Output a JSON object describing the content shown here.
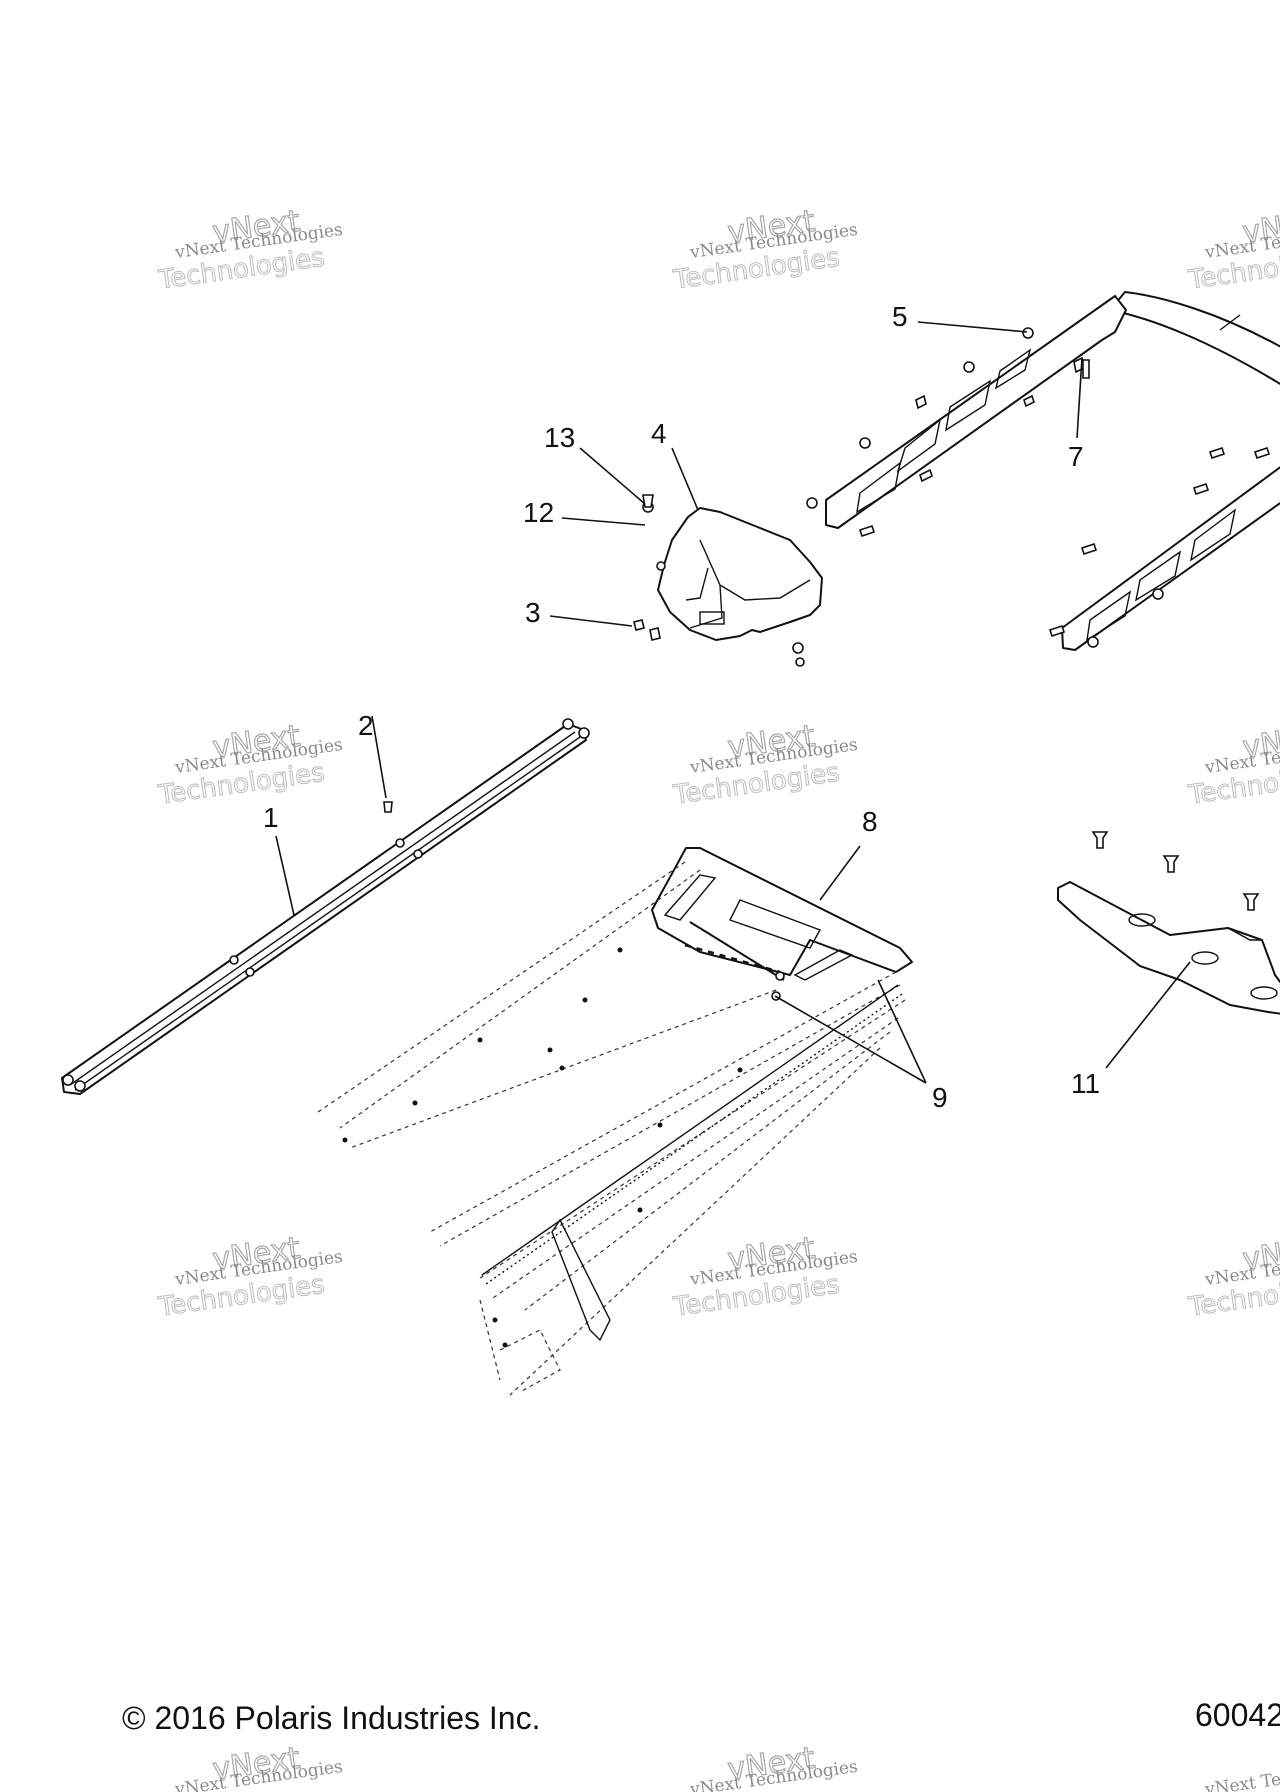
{
  "watermark": {
    "line1": "vNext Technologies",
    "line2": "vNext",
    "line3": "Technologies"
  },
  "callouts": [
    {
      "id": "1",
      "label": "1"
    },
    {
      "id": "2",
      "label": "2"
    },
    {
      "id": "3",
      "label": "3"
    },
    {
      "id": "4",
      "label": "4"
    },
    {
      "id": "5",
      "label": "5"
    },
    {
      "id": "7",
      "label": "7"
    },
    {
      "id": "8",
      "label": "8"
    },
    {
      "id": "9",
      "label": "9"
    },
    {
      "id": "11",
      "label": "11"
    },
    {
      "id": "12",
      "label": "12"
    },
    {
      "id": "13",
      "label": "13"
    }
  ],
  "footer": {
    "copyright": "© 2016 Polaris Industries Inc.",
    "diagram_number": "60042"
  }
}
